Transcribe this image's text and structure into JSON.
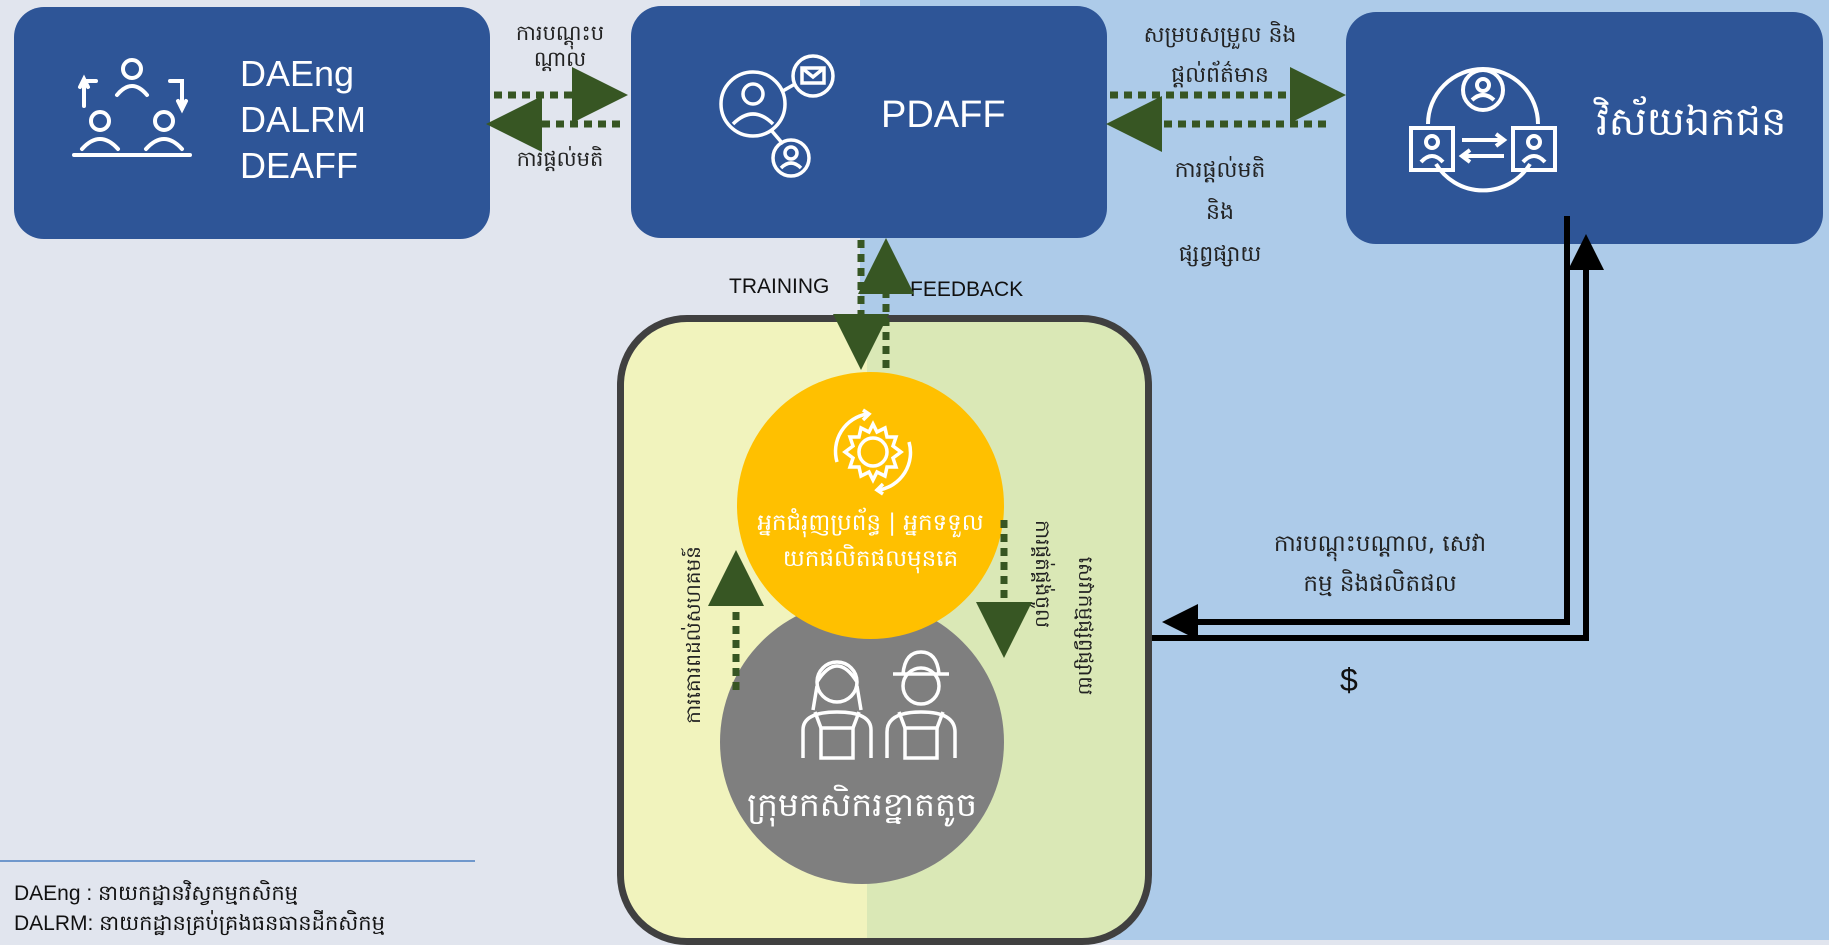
{
  "colors": {
    "box_blue": "#2e5597",
    "bg_left": "#e1e5ee",
    "bg_right": "#adcbe9",
    "arrow_green": "#375623",
    "yellow_circle": "#ffc000",
    "gray_circle": "#7f7f7f",
    "panel_left": "#f1f3bd",
    "panel_right": "#dae8b6"
  },
  "boxes": {
    "departments": {
      "icon": "group-collaboration-icon",
      "lines": [
        "DAEng",
        "DALRM",
        "DEAFF"
      ]
    },
    "pdaff": {
      "icon": "network-people-mail-icon",
      "label": "PDAFF"
    },
    "private_sector": {
      "icon": "exchange-people-icon",
      "label": "វិស័យឯកជន"
    }
  },
  "links": {
    "dept_pdaff_top": [
      "ការបណ្តុះប",
      "ណ្តាល"
    ],
    "dept_pdaff_bottom": "ការផ្តល់មតិ",
    "pdaff_private_top": [
      "សម្របសម្រួល និង",
      "ផ្តល់ព័ត៌មាន"
    ],
    "pdaff_private_bottom": [
      "ការផ្តល់មតិ",
      "និង",
      "ផ្សព្វផ្សាយ"
    ],
    "training": "TRAINING",
    "feedback": "FEEDBACK",
    "private_cluster": [
      "ការបណ្តុះបណ្តាល, សេវា",
      "កម្ម និងផលិតផល"
    ],
    "money": "$"
  },
  "cluster": {
    "provider": {
      "icon": "gear-cycle-icon",
      "lines": [
        "អ្នកជំរុញប្រព័ន្ធ | អ្នកទទួល",
        "យកផលិតផលមុនគេ"
      ]
    },
    "farmers": {
      "icon": "farmers-icon",
      "label": "ក្រុមកសិករខ្នាតតូច"
    },
    "left_vertical": "ការគោរពដល់សហគមន៍",
    "right_vertical_1": "ការផ្គត់ផ្គង់ចូល",
    "right_vertical_2": "សេវាកម្មផ្សព្វផ្សាយ"
  },
  "legend": [
    "DAEng : នាយកដ្ឋានវិស្វកម្មកសិកម្ម",
    "DALRM: នាយកដ្ឋានគ្រប់គ្រងធនធានដីកសិកម្ម"
  ]
}
